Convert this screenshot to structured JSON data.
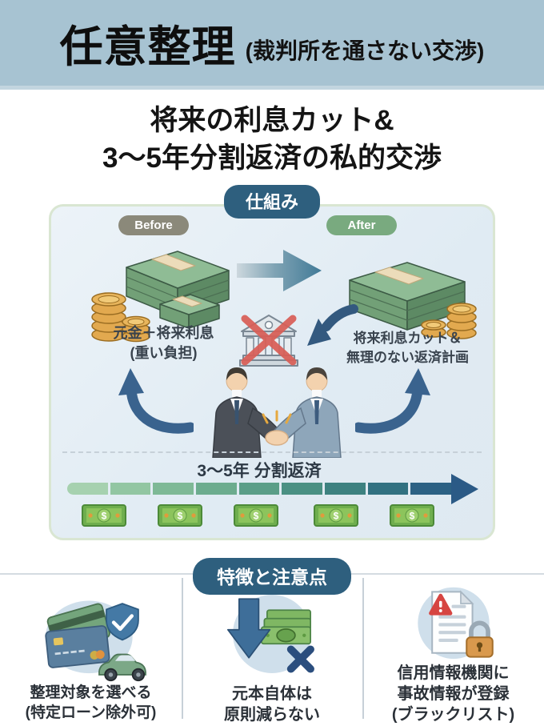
{
  "header": {
    "title": "任意整理",
    "subtitle": "(裁判所を通さない交渉)"
  },
  "headline": {
    "line1": "将来の利息カット&",
    "line2": "3〜5年分割返済の私的交渉"
  },
  "mechanism": {
    "badge": "仕組み",
    "before": {
      "label": "Before",
      "caption_line1": "元金＋将来利息",
      "caption_line2": "(重い負担)",
      "icon": "money-stack-coins-icon"
    },
    "after": {
      "label": "After",
      "caption_line1": "将来利息カット＆",
      "caption_line2": "無理のない返済計画",
      "icon": "money-stack-coins-icon"
    },
    "center_icons": [
      "arrow-right-icon",
      "bank-crossed-out-icon",
      "handshake-icon",
      "curved-arrow-up-icon"
    ],
    "timeline": {
      "label": "3〜5年 分割返済",
      "bill_symbol": "$",
      "bill_count": 5
    }
  },
  "features": {
    "badge": "特徴と注意点",
    "items": [
      {
        "icon": "credit-cards-shield-car-icon",
        "line1": "整理対象を選べる",
        "line2": "(特定ローン除外可)"
      },
      {
        "icon": "money-decrease-cross-icon",
        "line1": "元本自体は",
        "line2": "原則減らない"
      },
      {
        "icon": "document-alert-lock-icon",
        "line1": "信用情報機関に",
        "line2": "事故情報が登録",
        "line3": "(ブラックリスト)"
      }
    ]
  },
  "colors": {
    "header_band": "#a7c3d2",
    "badge_teal": "#2e5f7e",
    "before_gray": "#8b897a",
    "after_green": "#79aa7f",
    "panel_bg": "#e4eef5",
    "panel_border": "#d9e6d2",
    "arrow_navy": "#3a638e",
    "alert_red": "#d95f57",
    "bill_green": "#8cc45c",
    "coin_gold": "#e2a94f"
  }
}
